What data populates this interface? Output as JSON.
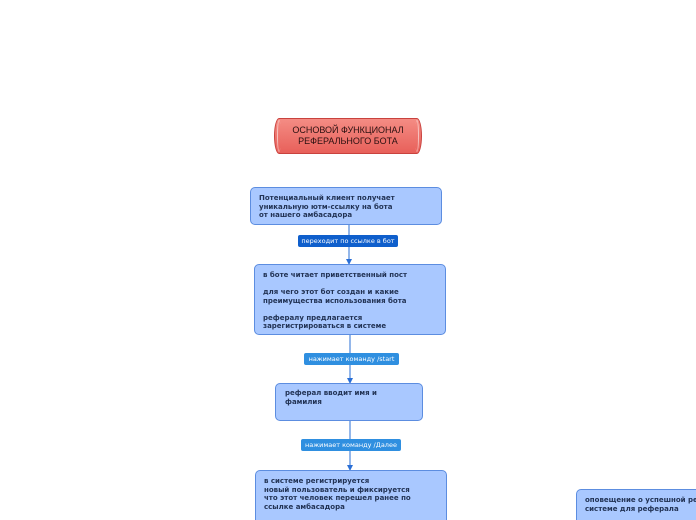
{
  "diagram": {
    "title": "ОСНОВОЙ ФУНКЦИОНАЛ\nРЕФЕРАЛЬНОГО БОТА",
    "nodes": [
      "Потенциальный клиент получает\nуникальную ютм-ссылку на бота\nот нашего амбасадора",
      "в боте читает приветственный пост\n\nдля чего этот бот создан и какие\nпреимущества использования бота\n\nрефералу предлагается\nзарегистрироваться в системе",
      "реферал вводит имя и фамилия",
      "в системе регистрируется\nновый пользователь и фиксируется\nчто этот человек перешел ранее по\nссылке амбасадора",
      "оповещение о успешной ре\nсистеме для реферала"
    ],
    "edge_labels": [
      "переходит по ссылке в бот",
      "нажимает команду /start",
      "нажимает команду /Далее"
    ]
  },
  "colors": {
    "title_fill": "#e8605a",
    "node_fill": "#a9c8ff",
    "node_border": "#5c8de0",
    "label_dark": "#0f5fcc",
    "label_light": "#2f8fe0",
    "connector": "#2a6fd6"
  }
}
